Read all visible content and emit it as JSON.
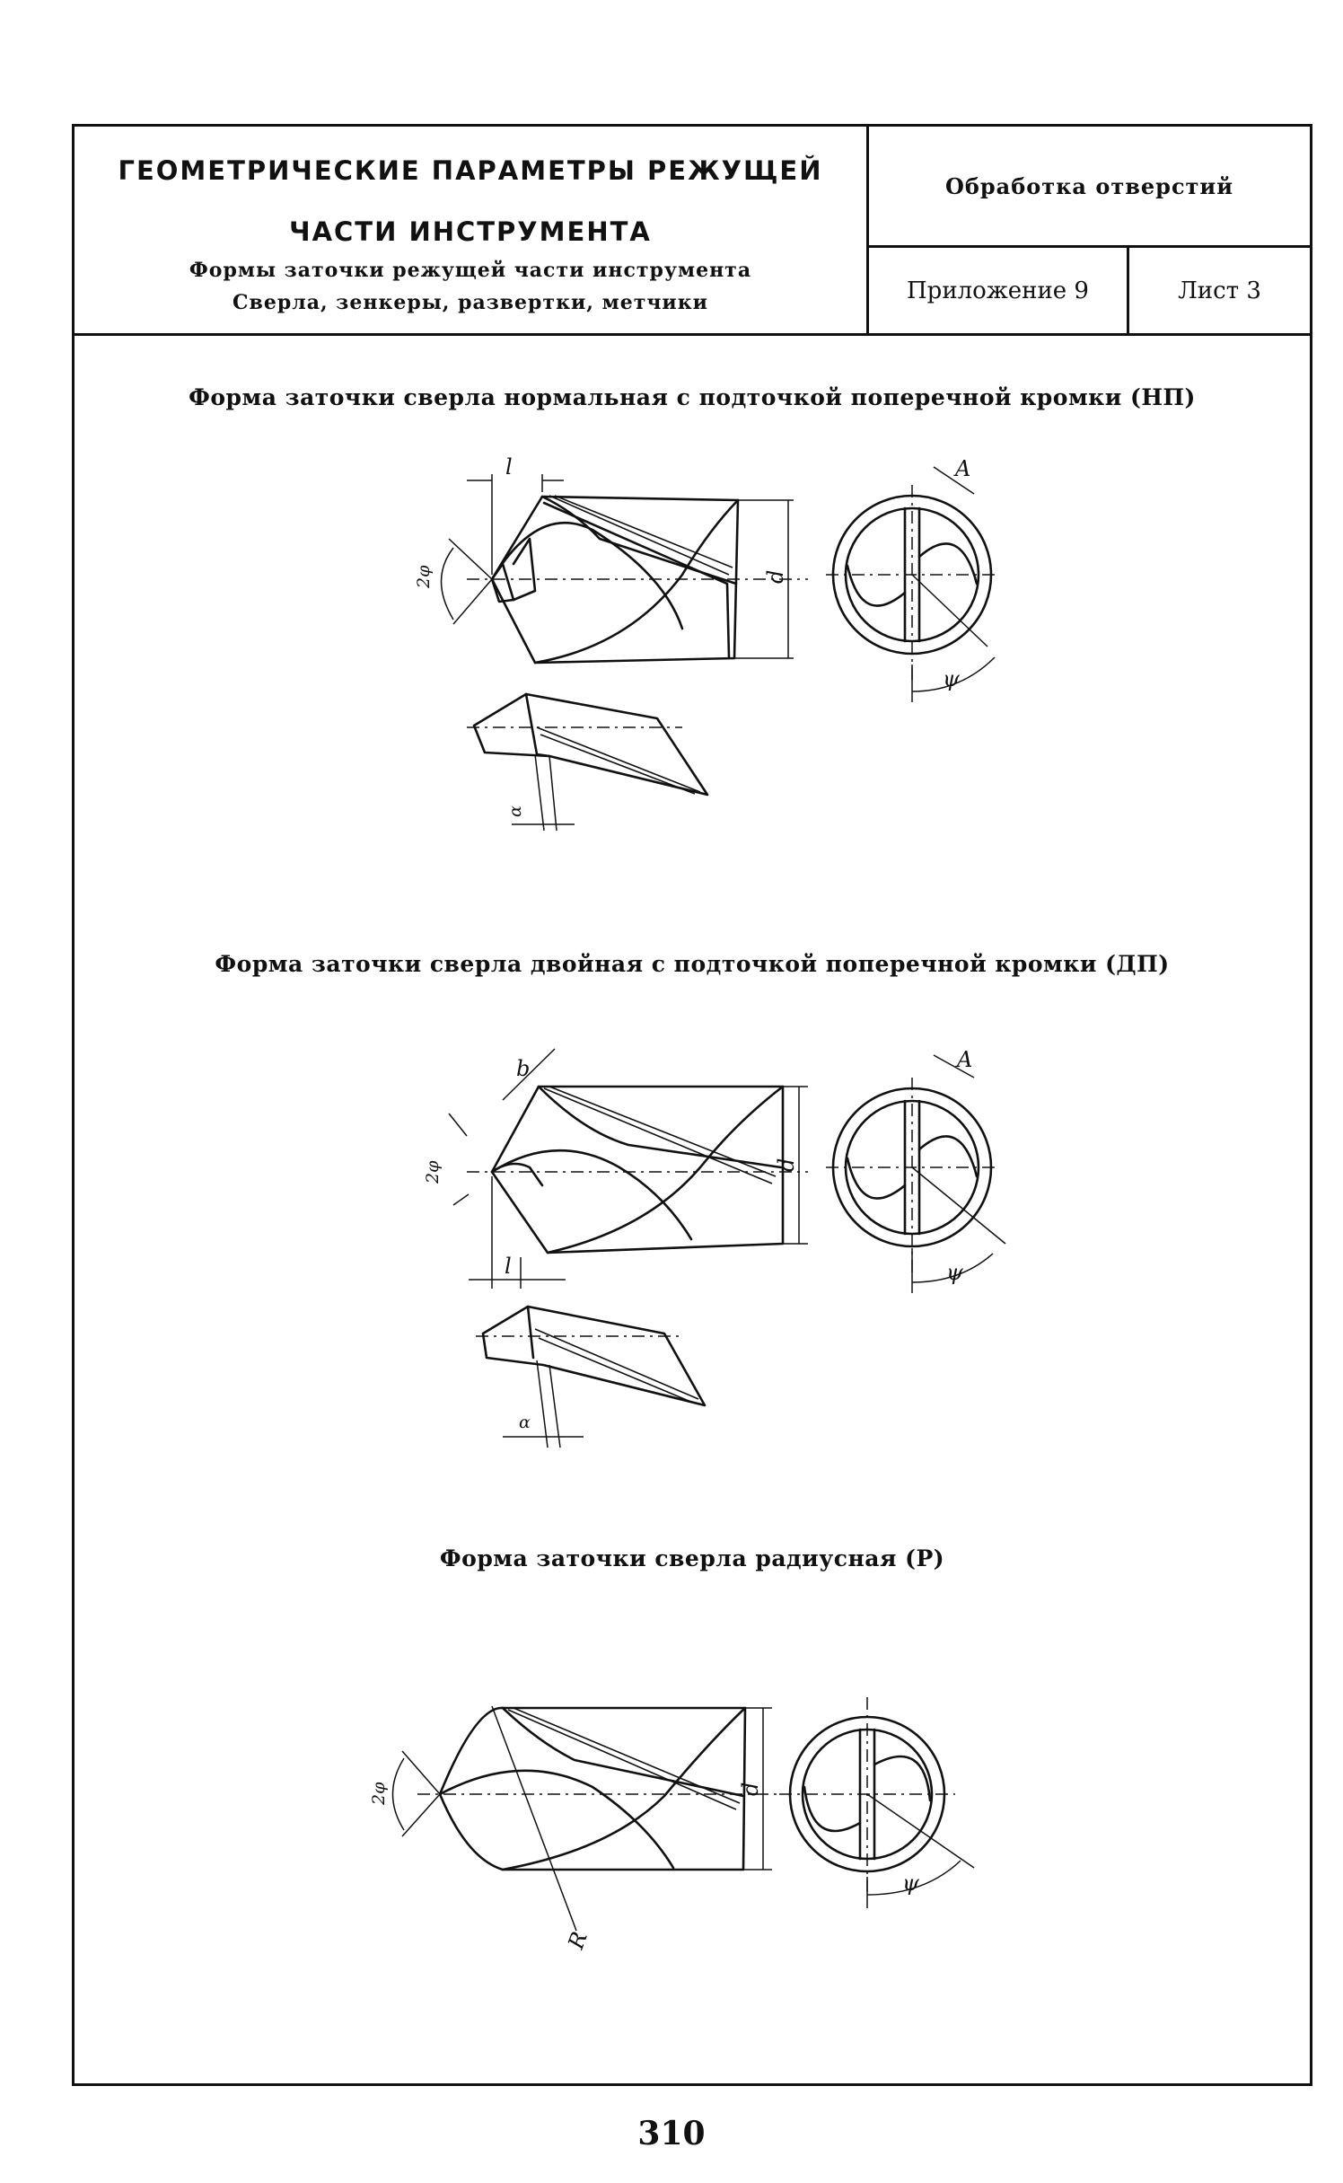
{
  "header": {
    "title_line1": "ГЕОМЕТРИЧЕСКИЕ ПАРАМЕТРЫ РЕЖУЩЕЙ",
    "title_line2": "ЧАСТИ ИНСТРУМЕНТА",
    "subtitle1": "Формы заточки режущей части инструмента",
    "subtitle2": "Сверла, зенкеры, развертки, метчики",
    "section": "Обработка отверстий",
    "appendix": "Приложение 9",
    "sheet": "Лист 3"
  },
  "figures": [
    {
      "caption": "Форма заточки сверла нормальная с подточкой поперечной кромки (НП)",
      "labels": {
        "l": "l",
        "angle": "2φ",
        "diameter": "d",
        "a": "A",
        "psi": "ψ",
        "alpha": "α"
      }
    },
    {
      "caption": "Форма заточки сверла двойная с подточкой поперечной кромки (ДП)",
      "labels": {
        "b": "b",
        "angle": "2φ",
        "diameter": "d",
        "l": "l",
        "a": "A",
        "psi": "ψ",
        "alpha": "α"
      }
    },
    {
      "caption": "Форма заточки сверла радиусная (Р)",
      "labels": {
        "angle": "2φ",
        "diameter": "d",
        "r": "R",
        "psi": "ψ"
      }
    }
  ],
  "footer": {
    "page_number": "310"
  }
}
